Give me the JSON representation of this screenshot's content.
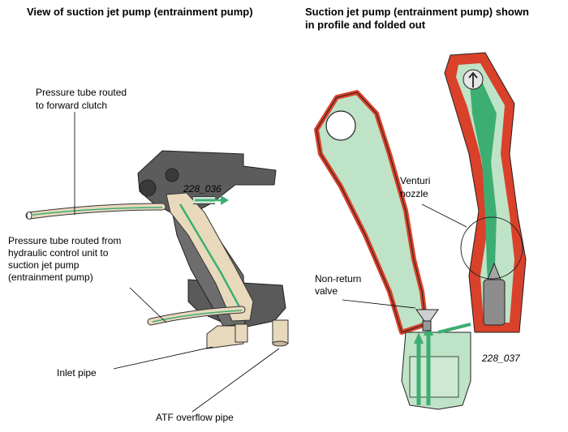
{
  "titles": {
    "left": "View of suction jet pump (entrainment pump)",
    "right_line1": "Suction jet pump (entrainment pump) shown",
    "right_line2": "in profile and folded out"
  },
  "labels": {
    "pressure_forward_1": "Pressure tube routed",
    "pressure_forward_2": "to forward clutch",
    "pressure_hcu_1": "Pressure tube routed from",
    "pressure_hcu_2": "hydraulic control unit to",
    "pressure_hcu_3": "suction jet pump",
    "pressure_hcu_4": "(entrainment pump)",
    "inlet_pipe": "Inlet pipe",
    "atf_overflow": "ATF overflow pipe",
    "venturi_1": "Venturi",
    "venturi_2": "nozzle",
    "non_return_1": "Non-return",
    "non_return_2": "valve"
  },
  "figure_codes": {
    "left": "228_036",
    "right": "228_037"
  },
  "colors": {
    "housing_red": "#d9412b",
    "fluid_green": "#3dae72",
    "light_green": "#bfe3c6",
    "tube_beige": "#e8d9bd",
    "dark_grey": "#555555"
  }
}
